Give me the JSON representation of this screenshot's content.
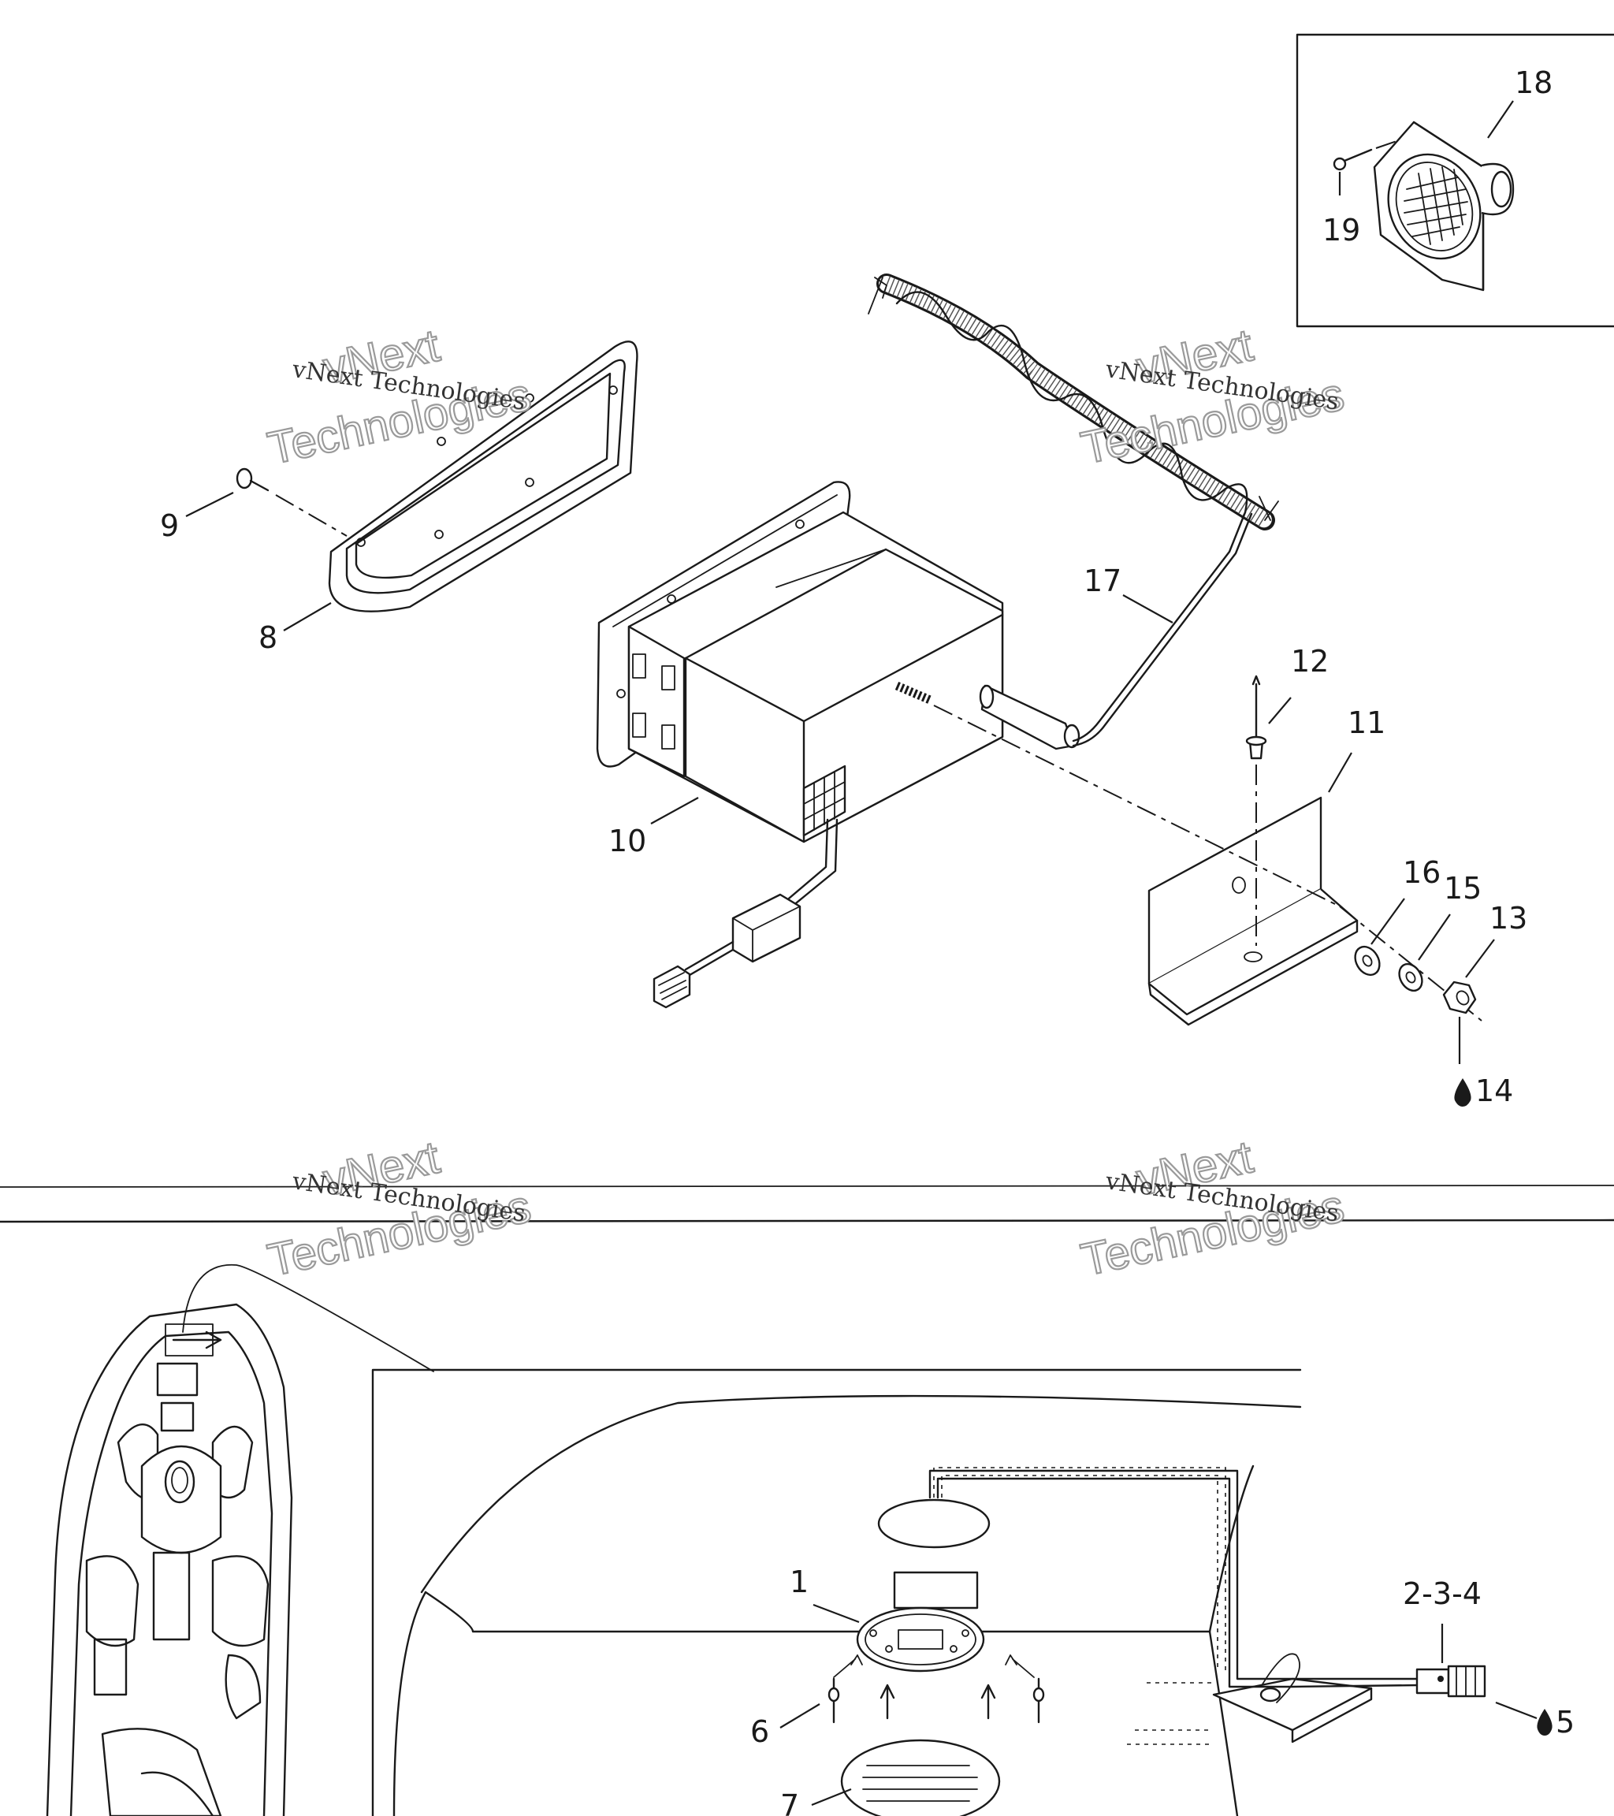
{
  "callouts": {
    "c1": "1",
    "c234": "2-3-4",
    "c5": "5",
    "c6": "6",
    "c7": "7",
    "c8": "8",
    "c9": "9",
    "c10": "10",
    "c11": "11",
    "c12": "12",
    "c13": "13",
    "c14": "14",
    "c15": "15",
    "c16": "16",
    "c17": "17",
    "c18": "18",
    "c19": "19"
  },
  "watermark": {
    "line1": "vNext",
    "line2": "vNext Technologies",
    "line3": "Technologies"
  },
  "icons": {
    "lubricant": "oil-drop-icon"
  }
}
